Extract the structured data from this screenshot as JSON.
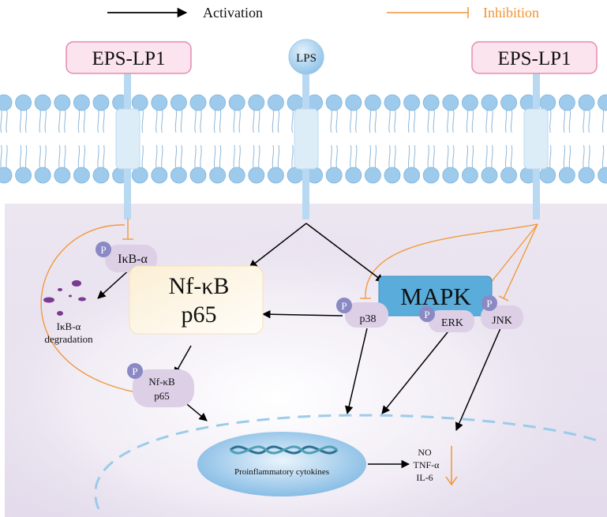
{
  "legend": {
    "activation": "Activation",
    "inhibition": "Inhibition"
  },
  "receptors": {
    "left": "EPS-LP1",
    "center": "LPS",
    "right": "EPS-LP1"
  },
  "nodes": {
    "ikba": "IκB-α",
    "ikba_degradation_line1": "IκB-α",
    "ikba_degradation_line2": "degradation",
    "nfkb_line1": "Nf-κB",
    "nfkb_line2": "p65",
    "nfkb_p_line1": "Nf-κB",
    "nfkb_p_line2": "p65",
    "mapk": "MAPK",
    "p38": "p38",
    "erk": "ERK",
    "jnk": "JNK",
    "dna": "Proinflammatory cytokines"
  },
  "phospho": "P",
  "outputs": [
    "NO",
    "TNF-α",
    "IL-6"
  ],
  "colors": {
    "activation": "#000000",
    "inhibition": "#F29431",
    "membrane": "#9ECBEB",
    "receptor_box": "#FCE4EF",
    "receptor_border": "#E68AAE",
    "mapk": "#5AACDA",
    "protein": "#DCCFE6",
    "phospho": "#8A89C4"
  }
}
